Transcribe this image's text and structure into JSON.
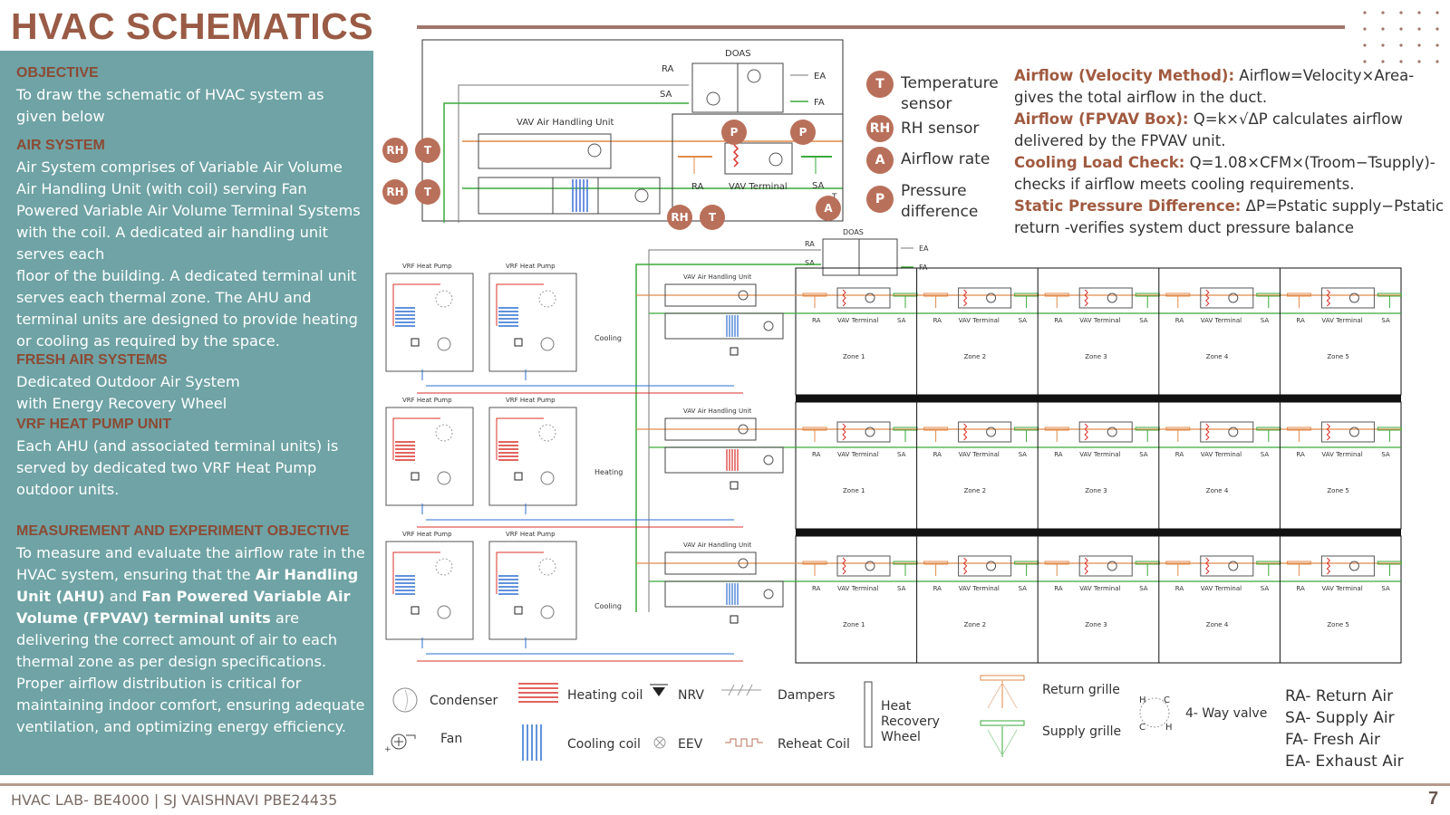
{
  "header": {
    "title": "HVAC SCHEMATICS"
  },
  "panel": {
    "objective_heading": "OBJECTIVE",
    "objective_text": "To draw the schematic of HVAC system as given below",
    "air_heading": "AIR SYSTEM",
    "air_text_1": "Air System comprises of Variable Air Volume Air Handling Unit (with coil) serving Fan Powered Variable Air Volume Terminal Systems with the coil. A dedicated air handling unit serves each",
    "air_text_2": "floor of the building. A dedicated terminal unit serves each thermal zone. The AHU and terminal units are designed to provide heating or cooling as required by the space.",
    "fresh_heading": "FRESH AIR SYSTEMS",
    "fresh_text": "Dedicated Outdoor Air System with Energy Recovery Wheel",
    "vrf_heading": "VRF HEAT PUMP UNIT",
    "vrf_text": " Each AHU (and associated terminal units) is served by dedicated two VRF Heat Pump outdoor units.",
    "meas_heading": "MEASUREMENT AND EXPERIMENT OBJECTIVE",
    "meas_text_1": "To measure and evaluate the airflow rate in the HVAC system, ensuring that the ",
    "meas_bold_1": "Air Handling Unit (AHU)",
    "meas_text_2": " and ",
    "meas_bold_2": "Fan Powered Variable Air Volume (FPVAV) terminal units",
    "meas_text_3": " are delivering the correct amount of air to each thermal zone as per design specifications. Proper airflow distribution is critical for maintaining indoor comfort, ensuring adequate ventilation, and optimizing energy efficiency."
  },
  "sensor_legend": [
    {
      "badge": "T",
      "label": "Temperature sensor"
    },
    {
      "badge": "RH",
      "label": "RH sensor"
    },
    {
      "badge": "A",
      "label": "Airflow rate"
    },
    {
      "badge": "P",
      "label": "Pressure difference"
    }
  ],
  "formulas": [
    {
      "label": "Airflow (Velocity Method):",
      "text": " Airflow=Velocity×Area- gives the total airflow in the duct."
    },
    {
      "label": "Airflow (FPVAV Box):",
      "text": " Q=k×√ΔP  calculates airflow delivered by the FPVAV unit."
    },
    {
      "label": "Cooling Load Check:",
      "text": " Q=1.08×CFM×(Troom−Tsupply)- checks if airflow meets cooling requirements."
    },
    {
      "label": "Static Pressure Difference:",
      "text": " ΔP=Pstatic supply−Pstatic return -verifies system duct pressure balance"
    }
  ],
  "top_diagram": {
    "doas": "DOAS",
    "ra": "RA",
    "sa": "SA",
    "ea": "EA",
    "fa": "FA",
    "ahu": "VAV Air Handling Unit",
    "vav": "VAV Terminal",
    "t": "T",
    "badges": [
      "RH",
      "T",
      "RH",
      "T",
      "P",
      "P",
      "RH",
      "T",
      "A"
    ]
  },
  "main_diagram": {
    "doas": "DOAS",
    "ra": "RA",
    "sa": "SA",
    "ea": "EA",
    "fa": "FA",
    "vrf_label": "VRF Heat Pump",
    "ahu_label": "VAV Air Handling Unit",
    "vav_label": "VAV Terminal",
    "floors": [
      {
        "mode": "Cooling",
        "coil": "cooling"
      },
      {
        "mode": "Heating",
        "coil": "heating"
      },
      {
        "mode": "Cooling",
        "coil": "cooling"
      }
    ],
    "zones": [
      "Zone 1",
      "Zone 2",
      "Zone 3",
      "Zone 4",
      "Zone 5"
    ],
    "colors": {
      "supply": "#3aaa3a",
      "return": "#e08a4a",
      "hot": "#d9302a",
      "cold": "#2e6fd0",
      "wall": "#111111"
    }
  },
  "symbol_legend": {
    "condenser": "Condenser",
    "heating_coil": "Heating coil",
    "nrv": "NRV",
    "dampers": "Dampers",
    "hrw": "Heat Recovery Wheel",
    "return_grille": "Return grille",
    "fan": "Fan",
    "cooling_coil": "Cooling coil",
    "eev": "EEV",
    "reheat": "Reheat Coil",
    "supply_grille": "Supply grille",
    "four_way": "4- Way valve",
    "valve_letters": [
      "H",
      "C",
      "C",
      "H"
    ]
  },
  "abbreviations": [
    "RA- Return Air",
    "SA- Supply Air",
    "FA- Fresh Air",
    "EA- Exhaust Air"
  ],
  "footer": {
    "text": "HVAC LAB- BE4000 | SJ VAISHNAVI PBE24435",
    "page": "7"
  }
}
